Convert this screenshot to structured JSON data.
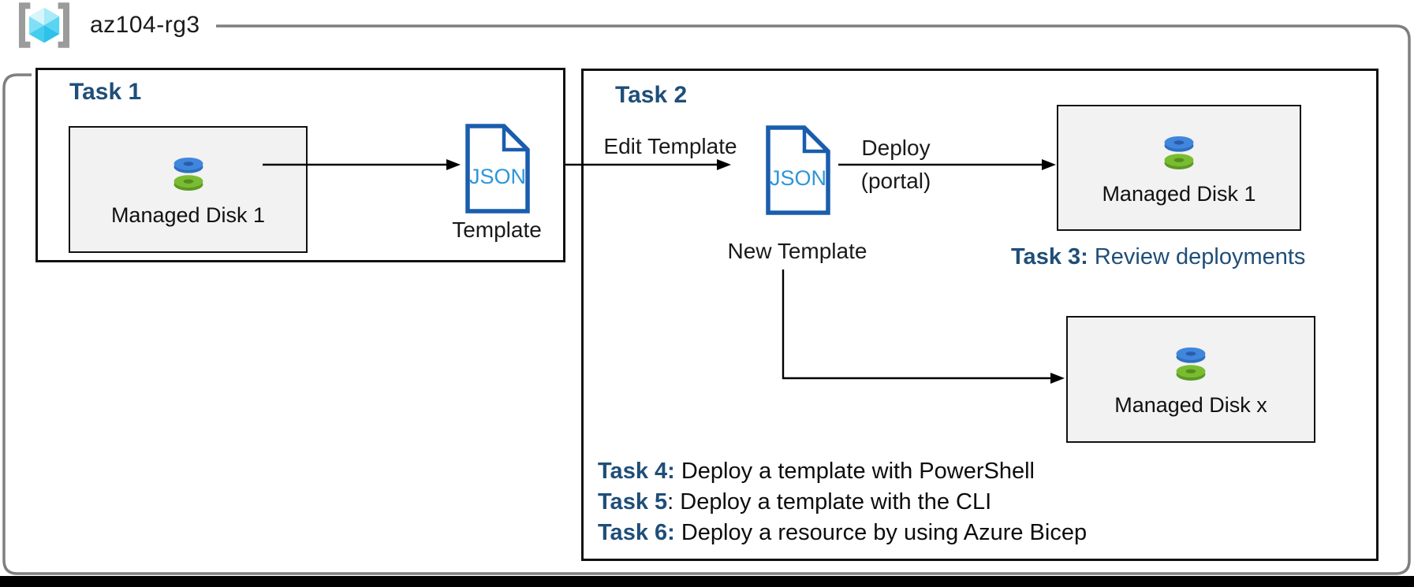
{
  "resource_group": {
    "name": "az104-rg3"
  },
  "task1": {
    "title": "Task 1",
    "disk_box": {
      "label": "Managed Disk 1"
    },
    "template": {
      "file_label": "JSON",
      "caption": "Template"
    }
  },
  "task2": {
    "title": "Task 2",
    "edit_arrow_label": "Edit Template",
    "new_template": {
      "file_label": "JSON",
      "caption": "New Template"
    },
    "deploy_arrow_label": "Deploy",
    "deploy_arrow_sublabel": "(portal)",
    "disk_box_deployed": {
      "label": "Managed Disk 1"
    },
    "disk_box_x": {
      "label": "Managed Disk x"
    },
    "task3": {
      "prefix": "Task 3:",
      "text": " Review deployments"
    },
    "tasks": [
      {
        "prefix": "Task 4:",
        "text": " Deploy a template with PowerShell"
      },
      {
        "prefix": "Task 5",
        "text": ": Deploy a template with the CLI"
      },
      {
        "prefix": "Task 6:",
        "text": " Deploy a resource by using Azure Bicep"
      }
    ]
  },
  "colors": {
    "task_heading_blue": "#1f4e79",
    "json_outline_blue": "#1a5dad",
    "json_text_blue": "#2e96d9",
    "disk_blue": "#4186dd",
    "disk_green": "#7abc31",
    "resource_box_fill": "#f2f2f2",
    "outer_border_gray": "#7f7f7f",
    "connector_black": "#000000"
  }
}
